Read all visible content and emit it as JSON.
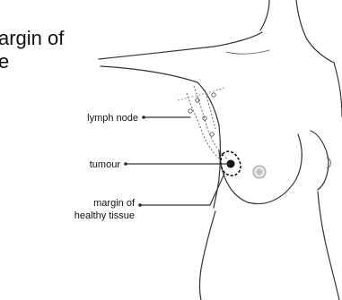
{
  "caption": {
    "line1": "argin of",
    "line2": "e"
  },
  "labels": {
    "lymph_node": "lymph node",
    "tumour": "tumour",
    "margin_line1": "margin of",
    "margin_line2": "healthy tissue"
  }
}
